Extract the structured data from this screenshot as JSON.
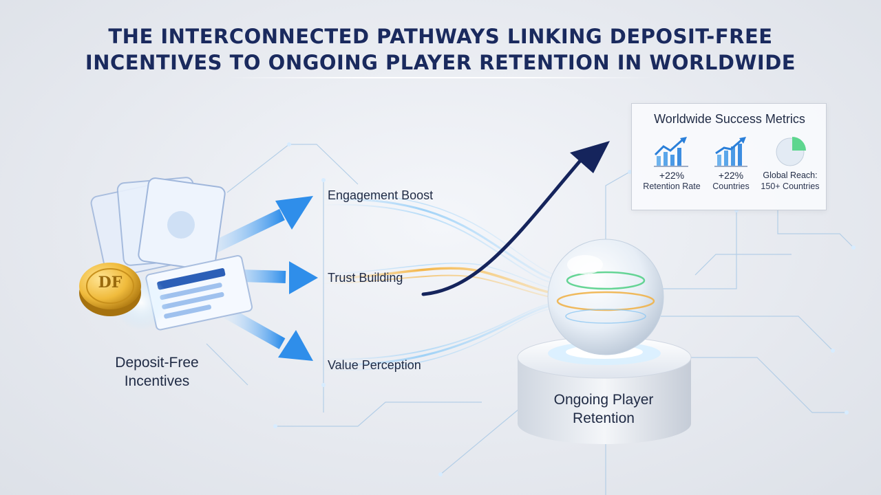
{
  "title": {
    "line1": "THE INTERCONNECTED PATHWAYS LINKING DEPOSIT-FREE",
    "line2": "INCENTIVES TO ONGOING PLAYER RETENTION IN WORLDWIDE"
  },
  "source": {
    "label_line1": "Deposit-Free",
    "label_line2": "Incentives",
    "coin_text": "DF"
  },
  "pathways": [
    {
      "label": "Engagement Boost"
    },
    {
      "label": "Trust Building"
    },
    {
      "label": "Value Perception"
    }
  ],
  "target": {
    "label_line1": "Ongoing Player",
    "label_line2": "Retention"
  },
  "metrics": {
    "title": "Worldwide Success Metrics",
    "items": [
      {
        "value": "+22%",
        "caption": "Retention Rate",
        "icon": "trend-chart-icon"
      },
      {
        "value": "+22%",
        "caption": "Countries",
        "icon": "bar-chart-icon"
      },
      {
        "value": "Global Reach:",
        "caption": "150+ Countries",
        "icon": "pie-chart-icon"
      }
    ]
  },
  "colors": {
    "title": "#1a2a5e",
    "arrow_navy": "#15245c",
    "arrow_blue": "#3b9cf0",
    "gold": "#e8b43a",
    "green": "#5ed68f"
  }
}
